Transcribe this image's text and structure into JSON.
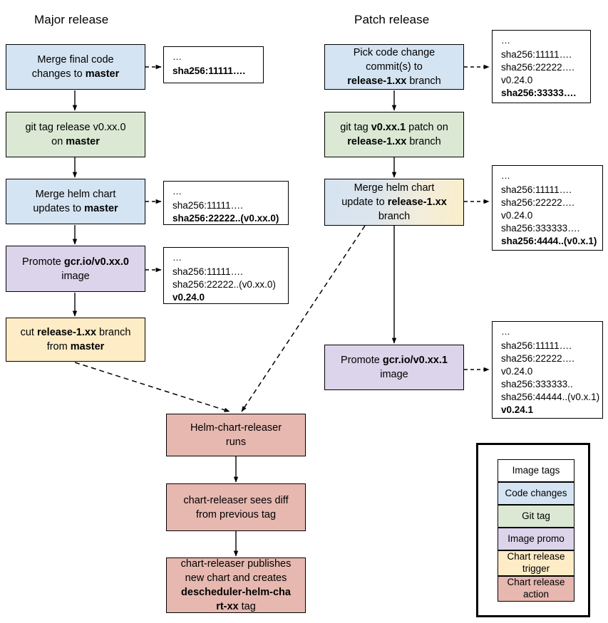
{
  "diagram": {
    "columns": [
      {
        "title": "Major release"
      },
      {
        "title": "Patch release"
      }
    ],
    "major_flow": [
      {
        "id": "merge-final-code",
        "type": "code",
        "text_html": "Merge final code<br>changes to <b>master</b>"
      },
      {
        "id": "git-tag-release",
        "type": "git",
        "text_html": "git tag release v0.xx.0<br>on <b>master</b>"
      },
      {
        "id": "merge-helm-chart-master",
        "type": "code",
        "text_html": "Merge helm chart<br>updates to <b>master</b>"
      },
      {
        "id": "promote-image-major",
        "type": "promo",
        "text_html": "Promote <b>gcr.io/v0.xx.0</b><br>image"
      },
      {
        "id": "cut-release-branch",
        "type": "trigger",
        "text_html": "cut <b>release-1.xx</b> branch<br>from <b>master</b>"
      }
    ],
    "patch_flow": [
      {
        "id": "pick-code-change",
        "type": "code",
        "text_html": "Pick code change<br>commit(s) to<br><b>release-1.xx</b> branch"
      },
      {
        "id": "git-tag-patch",
        "type": "git",
        "text_html": "git tag <b>v0.xx.1</b> patch on<br><b>release-1.xx</b> branch"
      },
      {
        "id": "merge-helm-chart-release",
        "type": "gradient",
        "text_html": "Merge helm chart<br>update to <b>release-1.xx</b><br>branch"
      },
      {
        "id": "promote-image-patch",
        "type": "promo",
        "text_html": "Promote <b>gcr.io/v0.xx.1</b><br>image"
      }
    ],
    "chart_releaser_flow": [
      {
        "id": "helm-chart-releaser-runs",
        "type": "action",
        "text_html": "Helm-chart-releaser<br>runs"
      },
      {
        "id": "chart-releaser-sees-diff",
        "type": "action",
        "text_html": "chart-releaser sees diff<br>from previous tag"
      },
      {
        "id": "chart-releaser-publishes",
        "type": "action",
        "text_html": "chart-releaser publishes<br>new chart and creates<br><b>descheduler-helm-cha</b><br><b>rt-xx</b> tag"
      }
    ],
    "notes": [
      {
        "id": "note-major-1",
        "lines": [
          {
            "text": "…",
            "bold": false,
            "ellipsis": true
          },
          {
            "text": "sha256:11111….",
            "bold": true
          }
        ]
      },
      {
        "id": "note-major-2",
        "lines": [
          {
            "text": "…",
            "bold": false,
            "ellipsis": true
          },
          {
            "text": "sha256:11111….",
            "bold": false
          },
          {
            "text": "sha256:22222..(v0.xx.0)",
            "bold": true
          }
        ]
      },
      {
        "id": "note-major-3",
        "lines": [
          {
            "text": "…",
            "bold": false,
            "ellipsis": true
          },
          {
            "text": "sha256:11111….",
            "bold": false
          },
          {
            "text": "sha256:22222..(v0.xx.0)",
            "bold": false
          },
          {
            "text": "v0.24.0",
            "bold": true
          }
        ]
      },
      {
        "id": "note-patch-1",
        "lines": [
          {
            "text": "…",
            "bold": false,
            "ellipsis": true
          },
          {
            "text": "sha256:11111….",
            "bold": false
          },
          {
            "text": "sha256:22222….",
            "bold": false
          },
          {
            "text": "v0.24.0",
            "bold": false
          },
          {
            "text": "sha256:33333….",
            "bold": true
          }
        ]
      },
      {
        "id": "note-patch-2",
        "lines": [
          {
            "text": "…",
            "bold": false,
            "ellipsis": true
          },
          {
            "text": "sha256:11111….",
            "bold": false
          },
          {
            "text": "sha256:22222….",
            "bold": false
          },
          {
            "text": "v0.24.0",
            "bold": false
          },
          {
            "text": "sha256:333333….",
            "bold": false
          },
          {
            "text": "sha256:4444..(v0.x.1)",
            "bold": true
          }
        ]
      },
      {
        "id": "note-patch-3",
        "lines": [
          {
            "text": "…",
            "bold": false,
            "ellipsis": true
          },
          {
            "text": "sha256:11111….",
            "bold": false
          },
          {
            "text": "sha256:22222….",
            "bold": false
          },
          {
            "text": "v0.24.0",
            "bold": false
          },
          {
            "text": "sha256:333333..",
            "bold": false
          },
          {
            "text": "sha256:44444..(v0.x.1)",
            "bold": false
          },
          {
            "text": "v0.24.1",
            "bold": true
          }
        ]
      }
    ],
    "legend": {
      "items": [
        {
          "label": "Image tags",
          "type": "tags",
          "two_line": false
        },
        {
          "label": "Code changes",
          "type": "code",
          "two_line": false
        },
        {
          "label": "Git tag",
          "type": "git",
          "two_line": false
        },
        {
          "label": "Image promo",
          "type": "promo",
          "two_line": false
        },
        {
          "label": "Chart release trigger",
          "type": "trigger",
          "two_line": true
        },
        {
          "label": "Chart release action",
          "type": "action",
          "two_line": true
        }
      ]
    },
    "colors": {
      "code_changes": "#d5e4f2",
      "git_tag": "#dbe9d4",
      "image_promo": "#dcd4ea",
      "chart_release_trigger": "#fdecc6",
      "chart_release_action": "#e6b8b0",
      "image_tags": "#ffffff",
      "stroke": "#000000",
      "background": "#ffffff"
    }
  }
}
